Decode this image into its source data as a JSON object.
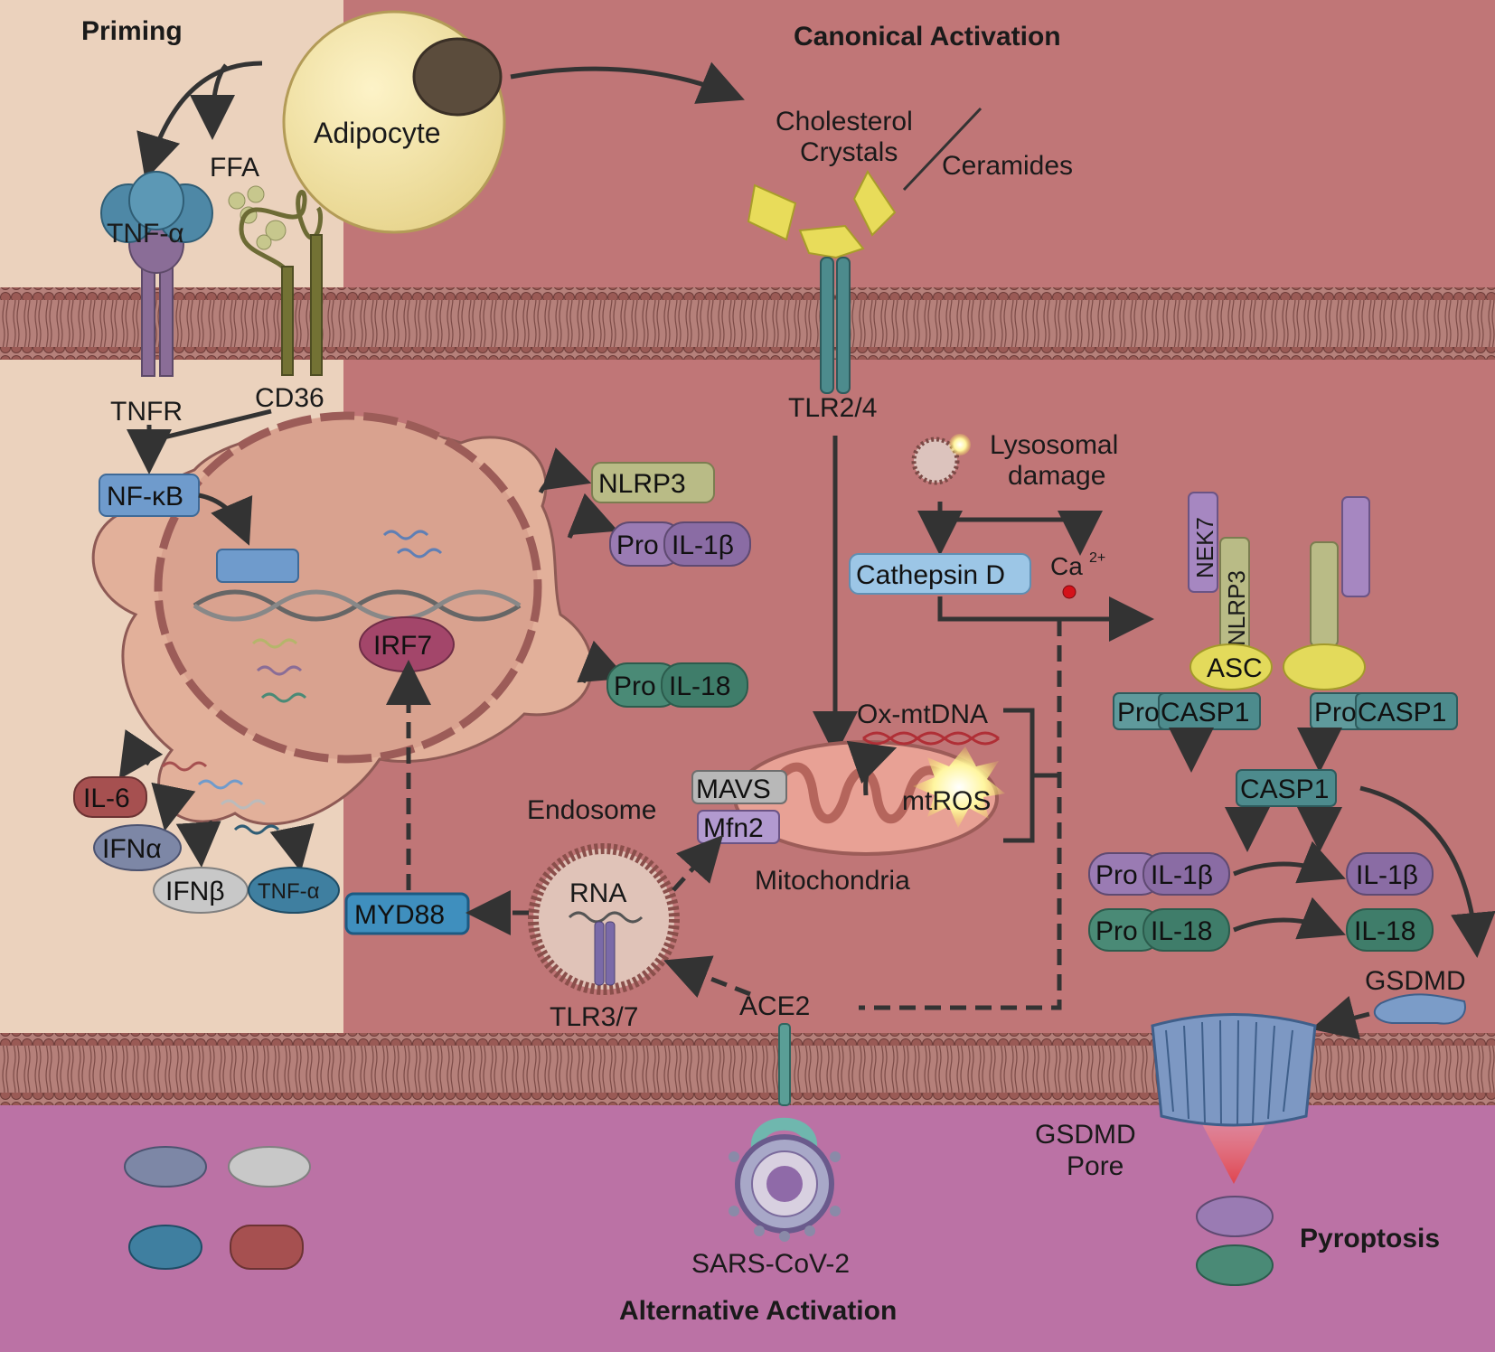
{
  "sections": {
    "priming": "Priming",
    "canonical": "Canonical Activation",
    "alternative": "Alternative Activation",
    "pyroptosis": "Pyroptosis"
  },
  "labels": {
    "adipocyte": "Adipocyte",
    "ffa": "FFA",
    "tnf_alpha": "TNF-α",
    "tnfr": "TNFR",
    "cd36": "CD36",
    "nfkb": "NF-κB",
    "cholesterol_line1": "Cholesterol",
    "cholesterol_line2": "Crystals",
    "ceramides": "Ceramides",
    "tlr24": "TLR2/4",
    "lysosomal_line1": "Lysosomal",
    "lysosomal_line2": "damage",
    "cathepsin_d": "Cathepsin D",
    "ca": "Ca",
    "ca_sup": "2+",
    "nlrp3": "NLRP3",
    "pro": "Pro",
    "il1b": "IL-1β",
    "il18": "IL-18",
    "irf7": "IRF7",
    "nek7": "NEK7",
    "asc": "ASC",
    "casp1_suffix": "CASP1",
    "casp1": "CASP1",
    "ox_mtdna": "Ox-mtDNA",
    "mavs": "MAVS",
    "mfn2": "Mfn2",
    "mtros": "mtROS",
    "mitochondria": "Mitochondria",
    "endosome": "Endosome",
    "rna": "RNA",
    "tlr37": "TLR3/7",
    "myd88": "MYD88",
    "ace2": "ACE2",
    "il6": "IL-6",
    "ifna": "IFNα",
    "ifnb": "IFNβ",
    "tnfa_small": "TNF-α",
    "gsdmd": "GSDMD",
    "gsdmd_pore_line1": "GSDMD",
    "gsdmd_pore_line2": "Pore",
    "sars": "SARS-CoV-2"
  },
  "colors": {
    "priming_bg": "#ebd2bd",
    "cytoplasm_bg": "#c07677",
    "extracellular_bg": "#bb72a5",
    "membrane_head": "#9a5a55",
    "nucleus": "#e8b7a8",
    "teal": "#4d8b8d",
    "purple": "#9a7bb3",
    "blue": "#6f9bcc",
    "olive": "#b9bb86",
    "green": "#4a8a76",
    "yellow": "#e3da5b"
  }
}
